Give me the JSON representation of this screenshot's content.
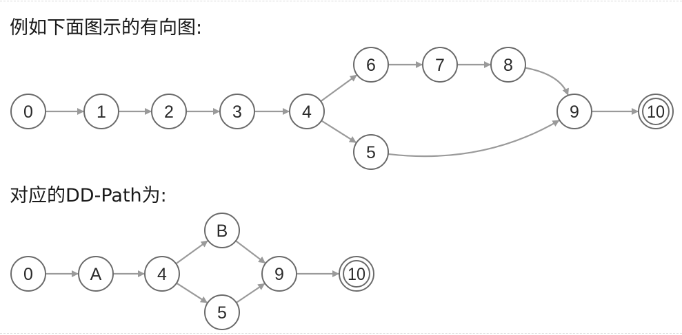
{
  "headings": {
    "directed_graph": "例如下面图示的有向图:",
    "dd_path": "对应的DD-Path为:"
  },
  "colors": {
    "node_stroke": "#6a6a6a",
    "edge_stroke": "#9a9a9a",
    "text": "#1a1a1a"
  },
  "graph1": {
    "nodes": [
      {
        "id": "0",
        "label": "0"
      },
      {
        "id": "1",
        "label": "1"
      },
      {
        "id": "2",
        "label": "2"
      },
      {
        "id": "3",
        "label": "3"
      },
      {
        "id": "4",
        "label": "4"
      },
      {
        "id": "5",
        "label": "5"
      },
      {
        "id": "6",
        "label": "6"
      },
      {
        "id": "7",
        "label": "7"
      },
      {
        "id": "8",
        "label": "8"
      },
      {
        "id": "9",
        "label": "9"
      },
      {
        "id": "10",
        "label": "10",
        "terminal": true
      }
    ],
    "edges": [
      [
        "0",
        "1"
      ],
      [
        "1",
        "2"
      ],
      [
        "2",
        "3"
      ],
      [
        "3",
        "4"
      ],
      [
        "4",
        "6"
      ],
      [
        "6",
        "7"
      ],
      [
        "7",
        "8"
      ],
      [
        "8",
        "9"
      ],
      [
        "4",
        "5"
      ],
      [
        "5",
        "9"
      ],
      [
        "9",
        "10"
      ]
    ]
  },
  "graph2": {
    "nodes": [
      {
        "id": "0",
        "label": "0"
      },
      {
        "id": "A",
        "label": "A"
      },
      {
        "id": "4",
        "label": "4"
      },
      {
        "id": "B",
        "label": "B"
      },
      {
        "id": "5",
        "label": "5"
      },
      {
        "id": "9",
        "label": "9"
      },
      {
        "id": "10",
        "label": "10",
        "terminal": true
      }
    ],
    "edges": [
      [
        "0",
        "A"
      ],
      [
        "A",
        "4"
      ],
      [
        "4",
        "B"
      ],
      [
        "4",
        "5"
      ],
      [
        "B",
        "9"
      ],
      [
        "5",
        "9"
      ],
      [
        "9",
        "10"
      ]
    ]
  }
}
